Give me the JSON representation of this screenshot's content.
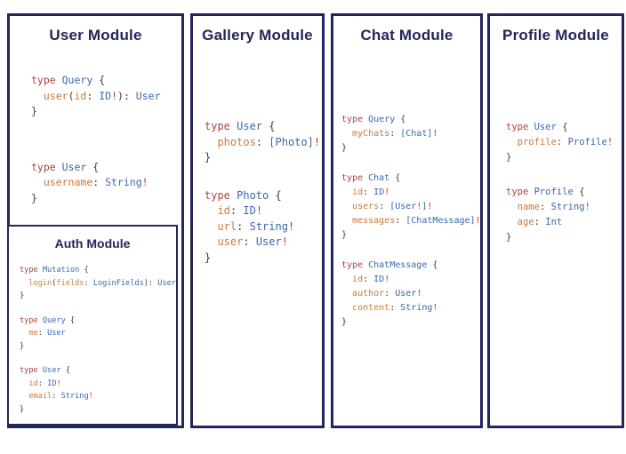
{
  "colors": {
    "navy": "#23265a",
    "keyword_red": "#a94442",
    "type_blue": "#3a67af",
    "field_orange": "#c87a3b",
    "punct_gray": "#3c3c3c",
    "bang_red": "#bb3a33",
    "background": "#ffffff"
  },
  "diagram": {
    "panels": [
      {
        "key": "user-module",
        "title": "User Module",
        "blocks": [
          {
            "lines": [
              [
                [
                  "kw",
                  "type "
                ],
                [
                  "ty",
                  "Query "
                ],
                [
                  "pu",
                  "{"
                ]
              ],
              [
                [
                  "pu",
                  "  "
                ],
                [
                  "fd",
                  "user"
                ],
                [
                  "pu",
                  "("
                ],
                [
                  "fd",
                  "id"
                ],
                [
                  "pu",
                  ": "
                ],
                [
                  "ty",
                  "ID"
                ],
                [
                  "bg",
                  "!"
                ],
                [
                  "pu",
                  "): "
                ],
                [
                  "ty",
                  "User"
                ]
              ],
              [
                [
                  "pu",
                  "}"
                ]
              ]
            ]
          },
          {
            "lines": [
              [
                [
                  "kw",
                  "type "
                ],
                [
                  "ty",
                  "User "
                ],
                [
                  "pu",
                  "{"
                ]
              ],
              [
                [
                  "pu",
                  "  "
                ],
                [
                  "fd",
                  "username"
                ],
                [
                  "pu",
                  ": "
                ],
                [
                  "ty",
                  "String"
                ],
                [
                  "bg",
                  "!"
                ]
              ],
              [
                [
                  "pu",
                  "}"
                ]
              ]
            ]
          }
        ],
        "subpanel": {
          "key": "auth-module",
          "title": "Auth Module",
          "blocks": [
            {
              "lines": [
                [
                  [
                    "kw",
                    "type "
                  ],
                  [
                    "ty",
                    "Mutation "
                  ],
                  [
                    "pu",
                    "{"
                  ]
                ],
                [
                  [
                    "pu",
                    "  "
                  ],
                  [
                    "fd",
                    "login"
                  ],
                  [
                    "pu",
                    "("
                  ],
                  [
                    "fd",
                    "fields"
                  ],
                  [
                    "pu",
                    ": "
                  ],
                  [
                    "ty",
                    "LoginFields"
                  ],
                  [
                    "pu",
                    "): "
                  ],
                  [
                    "ty",
                    "User"
                  ]
                ],
                [
                  [
                    "pu",
                    "}"
                  ]
                ]
              ]
            },
            {
              "lines": [
                [
                  [
                    "kw",
                    "type "
                  ],
                  [
                    "ty",
                    "Query "
                  ],
                  [
                    "pu",
                    "{"
                  ]
                ],
                [
                  [
                    "pu",
                    "  "
                  ],
                  [
                    "fd",
                    "me"
                  ],
                  [
                    "pu",
                    ": "
                  ],
                  [
                    "ty",
                    "User"
                  ]
                ],
                [
                  [
                    "pu",
                    "}"
                  ]
                ]
              ]
            },
            {
              "lines": [
                [
                  [
                    "kw",
                    "type "
                  ],
                  [
                    "ty",
                    "User "
                  ],
                  [
                    "pu",
                    "{"
                  ]
                ],
                [
                  [
                    "pu",
                    "  "
                  ],
                  [
                    "fd",
                    "id"
                  ],
                  [
                    "pu",
                    ": "
                  ],
                  [
                    "ty",
                    "ID"
                  ],
                  [
                    "bg",
                    "!"
                  ]
                ],
                [
                  [
                    "pu",
                    "  "
                  ],
                  [
                    "fd",
                    "email"
                  ],
                  [
                    "pu",
                    ": "
                  ],
                  [
                    "ty",
                    "String"
                  ],
                  [
                    "bg",
                    "!"
                  ]
                ],
                [
                  [
                    "pu",
                    "}"
                  ]
                ]
              ]
            }
          ]
        }
      },
      {
        "key": "gallery-module",
        "title": "Gallery Module",
        "blocks": [
          {
            "lines": [
              [
                [
                  "kw",
                  "type "
                ],
                [
                  "ty",
                  "User "
                ],
                [
                  "pu",
                  "{"
                ]
              ],
              [
                [
                  "pu",
                  "  "
                ],
                [
                  "fd",
                  "photos"
                ],
                [
                  "pu",
                  ": "
                ],
                [
                  "ty",
                  "[Photo]"
                ],
                [
                  "bg",
                  "!"
                ]
              ],
              [
                [
                  "pu",
                  "}"
                ]
              ]
            ]
          },
          {
            "lines": [
              [
                [
                  "kw",
                  "type "
                ],
                [
                  "ty",
                  "Photo "
                ],
                [
                  "pu",
                  "{"
                ]
              ],
              [
                [
                  "pu",
                  "  "
                ],
                [
                  "fd",
                  "id"
                ],
                [
                  "pu",
                  ": "
                ],
                [
                  "ty",
                  "ID"
                ],
                [
                  "bg",
                  "!"
                ]
              ],
              [
                [
                  "pu",
                  "  "
                ],
                [
                  "fd",
                  "url"
                ],
                [
                  "pu",
                  ": "
                ],
                [
                  "ty",
                  "String"
                ],
                [
                  "bg",
                  "!"
                ]
              ],
              [
                [
                  "pu",
                  "  "
                ],
                [
                  "fd",
                  "user"
                ],
                [
                  "pu",
                  ": "
                ],
                [
                  "ty",
                  "User"
                ],
                [
                  "bg",
                  "!"
                ]
              ],
              [
                [
                  "pu",
                  "}"
                ]
              ]
            ]
          }
        ]
      },
      {
        "key": "chat-module",
        "title": "Chat Module",
        "blocks": [
          {
            "lines": [
              [
                [
                  "kw",
                  "type "
                ],
                [
                  "ty",
                  "Query "
                ],
                [
                  "pu",
                  "{"
                ]
              ],
              [
                [
                  "pu",
                  "  "
                ],
                [
                  "fd",
                  "myChats"
                ],
                [
                  "pu",
                  ": "
                ],
                [
                  "ty",
                  "[Chat]"
                ],
                [
                  "bg",
                  "!"
                ]
              ],
              [
                [
                  "pu",
                  "}"
                ]
              ]
            ]
          },
          {
            "lines": [
              [
                [
                  "kw",
                  "type "
                ],
                [
                  "ty",
                  "Chat "
                ],
                [
                  "pu",
                  "{"
                ]
              ],
              [
                [
                  "pu",
                  "  "
                ],
                [
                  "fd",
                  "id"
                ],
                [
                  "pu",
                  ": "
                ],
                [
                  "ty",
                  "ID"
                ],
                [
                  "bg",
                  "!"
                ]
              ],
              [
                [
                  "pu",
                  "  "
                ],
                [
                  "fd",
                  "users"
                ],
                [
                  "pu",
                  ": "
                ],
                [
                  "ty",
                  "[User"
                ],
                [
                  "bg",
                  "!"
                ],
                [
                  "ty",
                  "]"
                ],
                [
                  "bg",
                  "!"
                ]
              ],
              [
                [
                  "pu",
                  "  "
                ],
                [
                  "fd",
                  "messages"
                ],
                [
                  "pu",
                  ": "
                ],
                [
                  "ty",
                  "[ChatMessage]"
                ],
                [
                  "bg",
                  "!"
                ]
              ],
              [
                [
                  "pu",
                  "}"
                ]
              ]
            ]
          },
          {
            "lines": [
              [
                [
                  "kw",
                  "type "
                ],
                [
                  "ty",
                  "ChatMessage "
                ],
                [
                  "pu",
                  "{"
                ]
              ],
              [
                [
                  "pu",
                  "  "
                ],
                [
                  "fd",
                  "id"
                ],
                [
                  "pu",
                  ": "
                ],
                [
                  "ty",
                  "ID"
                ],
                [
                  "bg",
                  "!"
                ]
              ],
              [
                [
                  "pu",
                  "  "
                ],
                [
                  "fd",
                  "author"
                ],
                [
                  "pu",
                  ": "
                ],
                [
                  "ty",
                  "User"
                ],
                [
                  "bg",
                  "!"
                ]
              ],
              [
                [
                  "pu",
                  "  "
                ],
                [
                  "fd",
                  "content"
                ],
                [
                  "pu",
                  ": "
                ],
                [
                  "ty",
                  "String"
                ],
                [
                  "bg",
                  "!"
                ]
              ],
              [
                [
                  "pu",
                  "}"
                ]
              ]
            ]
          }
        ]
      },
      {
        "key": "profile-module",
        "title": "Profile Module",
        "blocks": [
          {
            "lines": [
              [
                [
                  "kw",
                  "type "
                ],
                [
                  "ty",
                  "User "
                ],
                [
                  "pu",
                  "{"
                ]
              ],
              [
                [
                  "pu",
                  "  "
                ],
                [
                  "fd",
                  "profile"
                ],
                [
                  "pu",
                  ": "
                ],
                [
                  "ty",
                  "Profile"
                ],
                [
                  "bg",
                  "!"
                ]
              ],
              [
                [
                  "pu",
                  "}"
                ]
              ]
            ]
          },
          {
            "lines": [
              [
                [
                  "kw",
                  "type "
                ],
                [
                  "ty",
                  "Profile "
                ],
                [
                  "pu",
                  "{"
                ]
              ],
              [
                [
                  "pu",
                  "  "
                ],
                [
                  "fd",
                  "name"
                ],
                [
                  "pu",
                  ": "
                ],
                [
                  "ty",
                  "String"
                ],
                [
                  "bg",
                  "!"
                ]
              ],
              [
                [
                  "pu",
                  "  "
                ],
                [
                  "fd",
                  "age"
                ],
                [
                  "pu",
                  ": "
                ],
                [
                  "ty",
                  "Int"
                ]
              ],
              [
                [
                  "pu",
                  "}"
                ]
              ]
            ]
          }
        ]
      }
    ]
  }
}
